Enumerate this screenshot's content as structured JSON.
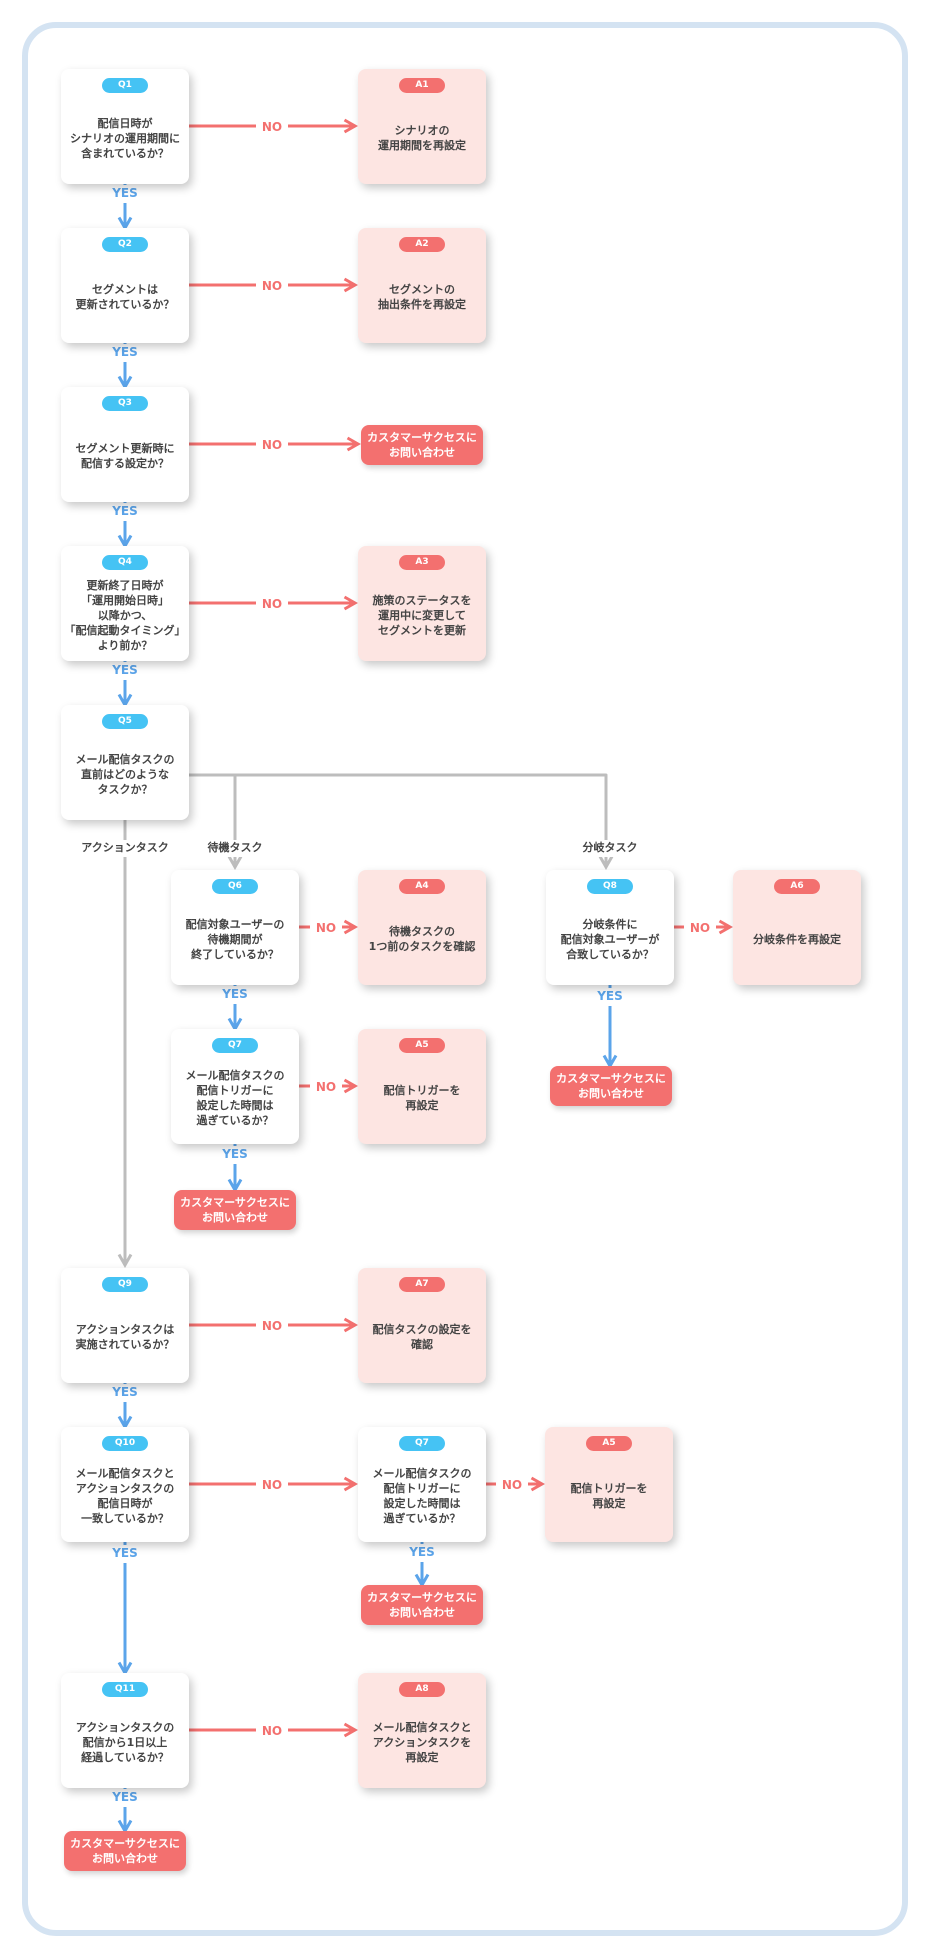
{
  "labels": {
    "yes": "YES",
    "no": "NO",
    "action_task": "アクションタスク",
    "wait_task": "待機タスク",
    "branch_task": "分岐タスク"
  },
  "colors": {
    "yes": "#5ba4ea",
    "no": "#f3706f",
    "neutral": "#bdbdbd",
    "frame": "#d4e3f2"
  },
  "nodes": [
    {
      "id": "q1",
      "badge": "Q1",
      "text": "配信日時が\nシナリオの運用期間に\n含まれているか？"
    },
    {
      "id": "a1",
      "badge": "A1",
      "text": "シナリオの\n運用期間を再設定"
    },
    {
      "id": "q2",
      "badge": "Q2",
      "text": "セグメントは\n更新されているか？"
    },
    {
      "id": "a2",
      "badge": "A2",
      "text": "セグメントの\n抽出条件を再設定"
    },
    {
      "id": "q3",
      "badge": "Q3",
      "text": "セグメント更新時に\n配信する設定か？"
    },
    {
      "id": "q4",
      "badge": "Q4",
      "text": "更新終了日時が\n「運用開始日時」\n以降かつ、\n「配信起動タイミング」\nより前か？"
    },
    {
      "id": "a3",
      "badge": "A3",
      "text": "施策のステータスを\n運用中に変更して\nセグメントを更新"
    },
    {
      "id": "q5",
      "badge": "Q5",
      "text": "メール配信タスクの\n直前はどのような\nタスクか？"
    },
    {
      "id": "q6",
      "badge": "Q6",
      "text": "配信対象ユーザーの\n待機期間が\n終了しているか？"
    },
    {
      "id": "a4",
      "badge": "A4",
      "text": "待機タスクの\n1つ前のタスクを確認"
    },
    {
      "id": "q8",
      "badge": "Q8",
      "text": "分岐条件に\n配信対象ユーザーが\n合致しているか？"
    },
    {
      "id": "a6",
      "badge": "A6",
      "text": "分岐条件を再設定"
    },
    {
      "id": "q7a",
      "badge": "Q7",
      "text": "メール配信タスクの\n配信トリガーに\n設定した時間は\n過ぎているか？"
    },
    {
      "id": "a5a",
      "badge": "A5",
      "text": "配信トリガーを\n再設定"
    },
    {
      "id": "q9",
      "badge": "Q9",
      "text": "アクションタスクは\n実施されているか？"
    },
    {
      "id": "a7",
      "badge": "A7",
      "text": "配信タスクの設定を\n確認"
    },
    {
      "id": "q10",
      "badge": "Q10",
      "text": "メール配信タスクと\nアクションタスクの\n配信日時が\n一致しているか？"
    },
    {
      "id": "q7b",
      "badge": "Q7",
      "text": "メール配信タスクの\n配信トリガーに\n設定した時間は\n過ぎているか？"
    },
    {
      "id": "a5b",
      "badge": "A5",
      "text": "配信トリガーを\n再設定"
    },
    {
      "id": "q11",
      "badge": "Q11",
      "text": "アクションタスクの\n配信から1日以上\n経過しているか？"
    },
    {
      "id": "a8",
      "badge": "A8",
      "text": "メール配信タスクと\nアクションタスクを\n再設定"
    }
  ],
  "contact_boxes": [
    {
      "id": "c1",
      "text": "カスタマーサクセスに\nお問い合わせ"
    },
    {
      "id": "c2",
      "text": "カスタマーサクセスに\nお問い合わせ"
    },
    {
      "id": "c3",
      "text": "カスタマーサクセスに\nお問い合わせ"
    },
    {
      "id": "c4",
      "text": "カスタマーサクセスに\nお問い合わせ"
    },
    {
      "id": "c5",
      "text": "カスタマーサクセスに\nお問い合わせ"
    }
  ]
}
